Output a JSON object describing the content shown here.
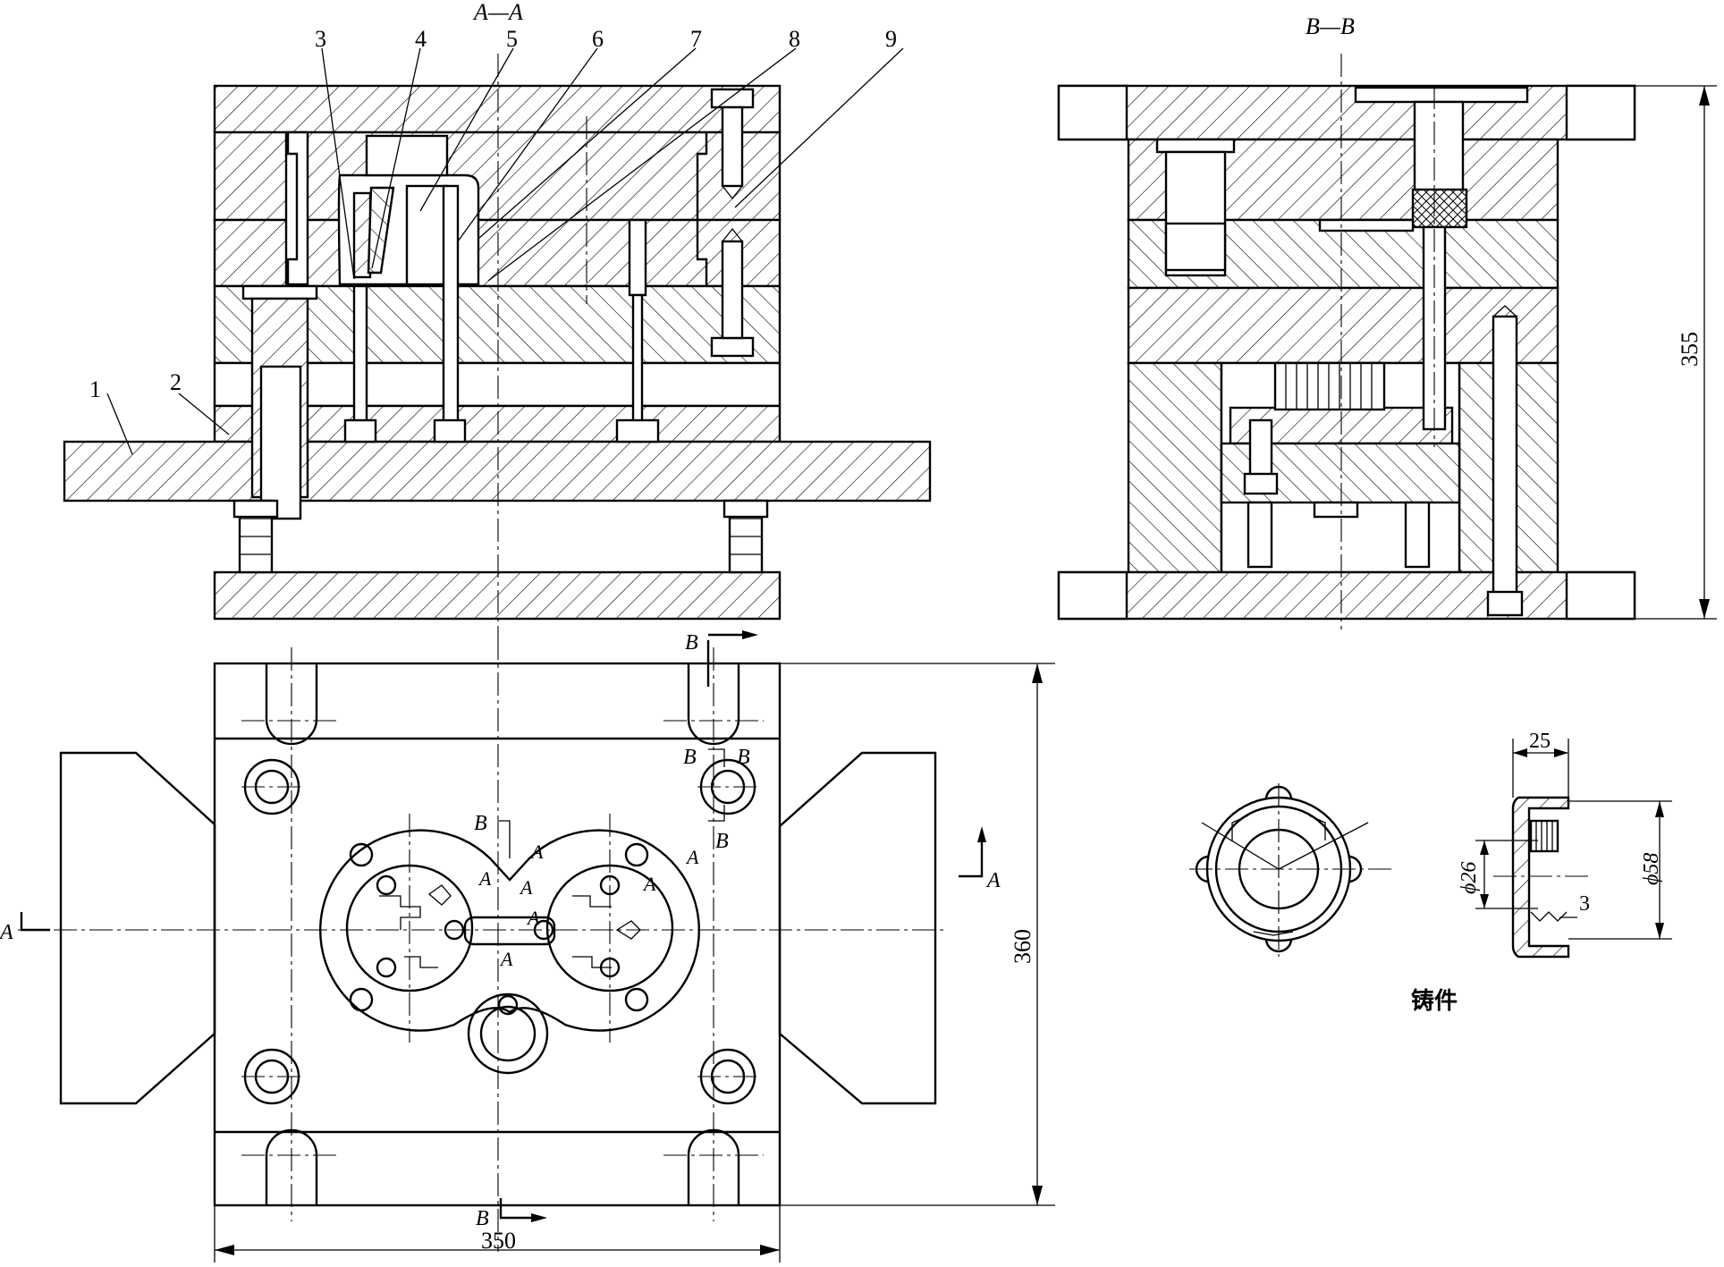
{
  "views": {
    "section_aa_title": "A—A",
    "section_bb_title": "B—B"
  },
  "callouts": [
    "1",
    "2",
    "3",
    "4",
    "5",
    "6",
    "7",
    "8",
    "9"
  ],
  "dimensions": {
    "height_bb": "355",
    "height_plan": "360",
    "width_plan": "350",
    "casting_width": "25",
    "casting_inner_dia": "ϕ26",
    "casting_outer_dia": "ϕ58",
    "casting_wall": "3"
  },
  "section_marks": {
    "a": "A",
    "b": "B"
  },
  "casting_caption": "铸件",
  "colors": {
    "line": "#000000",
    "background": "#ffffff"
  }
}
